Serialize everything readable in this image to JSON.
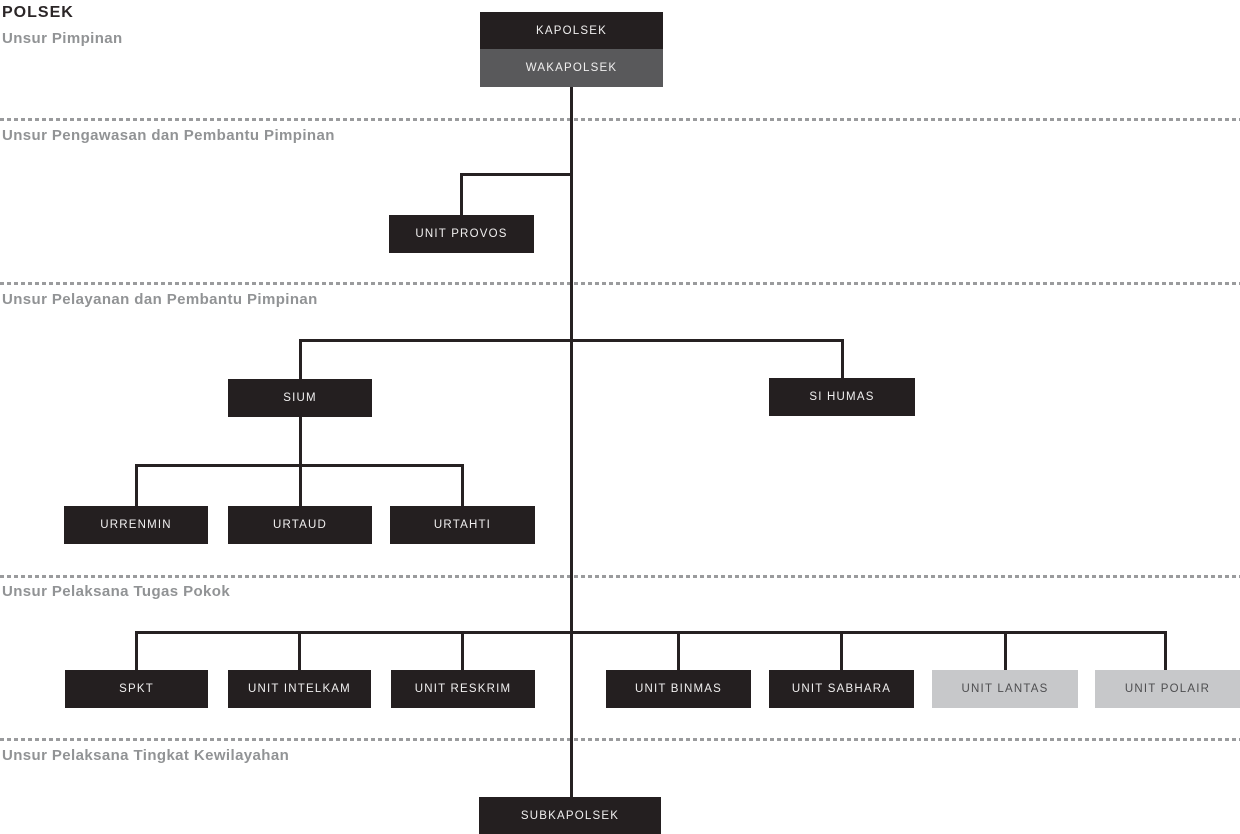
{
  "title": "POLSEK",
  "sections": [
    {
      "label": "Unsur Pimpinan"
    },
    {
      "label": "Unsur Pengawasan dan Pembantu Pimpinan"
    },
    {
      "label": "Unsur Pelayanan dan Pembantu Pimpinan"
    },
    {
      "label": "Unsur Pelaksana Tugas Pokok"
    },
    {
      "label": "Unsur Pelaksana Tingkat Kewilayahan"
    }
  ],
  "nodes": {
    "kapolsek": {
      "label": "KAPOLSEK",
      "variant": "dark"
    },
    "wakapolsek": {
      "label": "WAKAPOLSEK",
      "variant": "gray"
    },
    "unit_provos": {
      "label": "UNIT PROVOS",
      "variant": "dark"
    },
    "sium": {
      "label": "SIUM",
      "variant": "dark"
    },
    "si_humas": {
      "label": "SI HUMAS",
      "variant": "dark"
    },
    "urrenmin": {
      "label": "URRENMIN",
      "variant": "dark"
    },
    "urtaud": {
      "label": "URTAUD",
      "variant": "dark"
    },
    "urtahti": {
      "label": "URTAHTI",
      "variant": "dark"
    },
    "spkt": {
      "label": "SPKT",
      "variant": "dark"
    },
    "unit_intelkam": {
      "label": "UNIT INTELKAM",
      "variant": "dark"
    },
    "unit_reskrim": {
      "label": "UNIT RESKRIM",
      "variant": "dark"
    },
    "unit_binmas": {
      "label": "UNIT BINMAS",
      "variant": "dark"
    },
    "unit_sabhara": {
      "label": "UNIT SABHARA",
      "variant": "dark"
    },
    "unit_lantas": {
      "label": "UNIT LANTAS",
      "variant": "light"
    },
    "unit_polair": {
      "label": "UNIT POLAIR",
      "variant": "light"
    },
    "subkapolsek": {
      "label": "SUBKAPOLSEK",
      "variant": "dark"
    }
  },
  "colors": {
    "c-dark": "#241f20",
    "c-gray": "#59595b",
    "c-light": "#c7c8ca",
    "c-line": "#262122",
    "c-heading": "#919395",
    "c-dash": "#9a9b9d",
    "c-text-light": "#f0efef",
    "c-text-dark": "#4e4e50",
    "c-title": "#2b2627",
    "c-bg": "#ffffff"
  }
}
